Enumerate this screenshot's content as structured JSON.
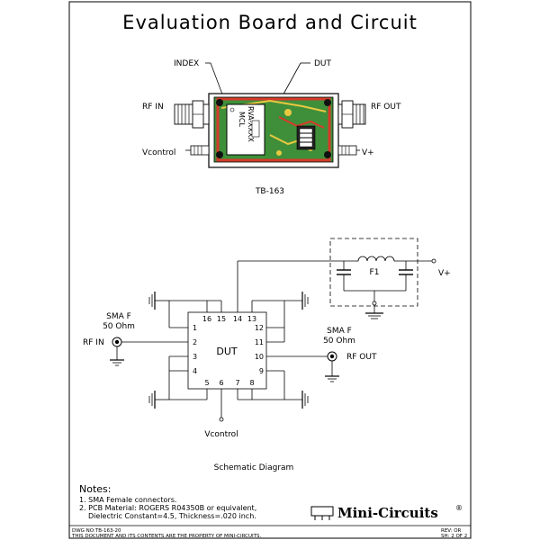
{
  "title": "Evaluation Board and Circuit",
  "board": {
    "index_label": "INDEX",
    "dut_label": "DUT",
    "rf_in": "RF IN",
    "rf_out": "RF OUT",
    "vcontrol": "Vcontrol",
    "vplus": "V+",
    "chip_text_1": "MCL",
    "chip_text_2": "RVA-XXXX",
    "tb_number": "TB-163"
  },
  "schematic": {
    "dut": "DUT",
    "pins_top": [
      "16",
      "15",
      "14",
      "13"
    ],
    "pins_left": [
      "1",
      "2",
      "3",
      "4"
    ],
    "pins_right": [
      "12",
      "11",
      "10",
      "9"
    ],
    "pins_bottom": [
      "5",
      "6",
      "7",
      "8"
    ],
    "sma_in": "SMA F",
    "ohm_in": "50 Ohm",
    "rf_in": "RF IN",
    "sma_out": "SMA F",
    "ohm_out": "50 Ohm",
    "rf_out": "RF OUT",
    "filter": "F1",
    "vplus": "V+",
    "vcontrol": "Vcontrol",
    "caption": "Schematic Diagram"
  },
  "notes": {
    "heading": "Notes:",
    "line1": "1. SMA Female connectors.",
    "line2": "2. PCB Material: ROGERS R04350B or equivalent,",
    "line3": "Dielectric Constant=4.5, Thickness=.020 inch."
  },
  "logo": {
    "text": "Mini-Circuits",
    "mark": "®"
  },
  "footer": {
    "dwg": "DWG NO:TB-163-20",
    "disclaimer": "THIS DOCUMENT AND ITS CONTENTS ARE THE PROPERTY OF MINI-CIRCUITS.",
    "rev": "REV: OR",
    "sheet": "SH: 2 OF 2"
  },
  "colors": {
    "board_red": "#d63a2a",
    "board_green": "#3f8f3a",
    "board_yellow": "#e8c840",
    "ink": "#000000"
  }
}
